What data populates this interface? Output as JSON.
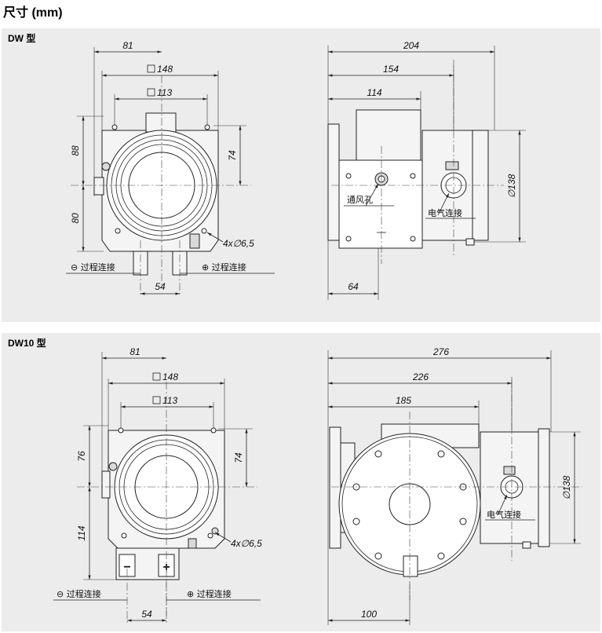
{
  "page_title": "尺寸 (mm)",
  "dw": {
    "label": "DW 型",
    "front": {
      "dim_81": "81",
      "dim_148": "148",
      "dim_113": "113",
      "dim_88": "88",
      "dim_80": "80",
      "dim_74": "74",
      "dim_54": "54",
      "holes": "4x∅6,5",
      "proc_minus": "⊖ 过程连接",
      "proc_plus": "⊕ 过程连接"
    },
    "side": {
      "dim_204": "204",
      "dim_154": "154",
      "dim_114": "114",
      "dim_64": "64",
      "dim_138": "∅138",
      "vent": "通风孔",
      "electric": "电气连接"
    }
  },
  "dw10": {
    "label": "DW10 型",
    "front": {
      "dim_81": "81",
      "dim_148": "148",
      "dim_113": "113",
      "dim_76": "76",
      "dim_114": "114",
      "dim_74": "74",
      "dim_54": "54",
      "holes": "4x∅6,5",
      "proc_minus": "⊖ 过程连接",
      "proc_plus": "⊕ 过程连接",
      "minus_sign": "−",
      "plus_sign": "+"
    },
    "side": {
      "dim_276": "276",
      "dim_226": "226",
      "dim_185": "185",
      "dim_100": "100",
      "dim_138": "∅138",
      "electric": "电气连接"
    }
  }
}
